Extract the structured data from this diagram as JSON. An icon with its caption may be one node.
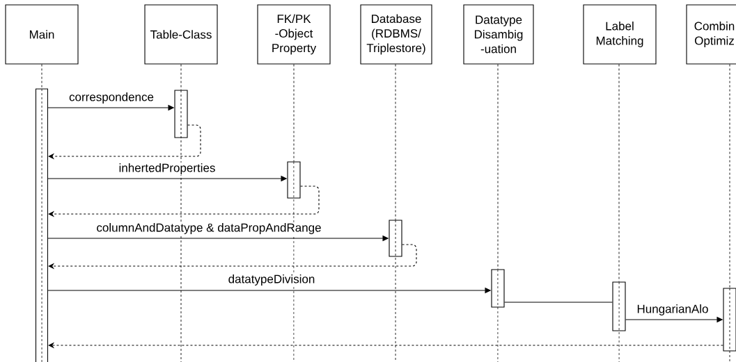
{
  "diagram": {
    "nodes": [
      {
        "text": [
          "Main"
        ]
      },
      {
        "text": [
          "Table-Class"
        ]
      },
      {
        "text": [
          "FK/PK -Object Property"
        ]
      },
      {
        "text": [
          "Database (RDBMS/ Triplestore)"
        ]
      },
      {
        "text": [
          "Datatype Disambig -uation"
        ]
      },
      {
        "text": [
          "Label Matching"
        ]
      },
      {
        "text": [
          "Combin Optimiz"
        ]
      },
      {
        "text": [],
        "shape": "bar"
      },
      {
        "text": [],
        "shape": "bar"
      },
      {
        "text": [],
        "shape": "bar"
      },
      {
        "text": [],
        "shape": "bar"
      },
      {
        "text": [],
        "shape": "bar"
      },
      {
        "text": [],
        "shape": "bar"
      },
      {
        "text": [],
        "shape": "bar"
      }
    ],
    "edges": [
      {
        "from": 7,
        "to": 8,
        "arrow": "to",
        "label": "correspondence"
      },
      {
        "from": 8,
        "to": 7,
        "arrow": "to",
        "style": "dashed"
      },
      {
        "from": 7,
        "to": 9,
        "arrow": "to",
        "label": "inhertedProperties"
      },
      {
        "from": 9,
        "to": 7,
        "arrow": "to",
        "style": "dashed"
      },
      {
        "from": 7,
        "to": 10,
        "arrow": "to",
        "label": "columnAndDatatype & dataPropAndRange"
      },
      {
        "from": 10,
        "to": 7,
        "arrow": "to",
        "style": "dashed"
      },
      {
        "from": 7,
        "to": 11,
        "arrow": "to",
        "label": "datatypeDivision"
      },
      {
        "from": 11,
        "to": 12,
        "arrow": "none"
      },
      {
        "from": 12,
        "to": 13,
        "arrow": "to",
        "label": "HungarianAlo"
      },
      {
        "from": 13,
        "to": 7,
        "arrow": "to",
        "style": "dashed"
      },
      {
        "from": 0,
        "to": 7,
        "arrow": "none",
        "style": "dashed"
      },
      {
        "from": 1,
        "to": 8,
        "arrow": "none",
        "style": "dashed"
      },
      {
        "from": 2,
        "to": 9,
        "arrow": "none",
        "style": "dashed"
      },
      {
        "from": 3,
        "to": 10,
        "arrow": "none",
        "style": "dashed"
      },
      {
        "from": 4,
        "to": 11,
        "arrow": "none",
        "style": "dashed"
      },
      {
        "from": 5,
        "to": 12,
        "arrow": "none",
        "style": "dashed"
      },
      {
        "from": 6,
        "to": 13,
        "arrow": "none",
        "style": "dashed"
      }
    ]
  }
}
